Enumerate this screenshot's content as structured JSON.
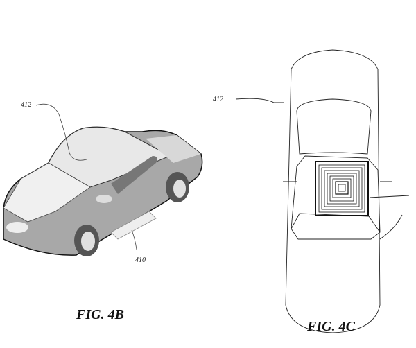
{
  "figures": [
    {
      "caption": "FIG. 4B",
      "labels": {
        "vehicle": "412",
        "pad": "410"
      }
    },
    {
      "caption": "FIG. 4C",
      "labels": {
        "vehicle": "412"
      }
    }
  ]
}
